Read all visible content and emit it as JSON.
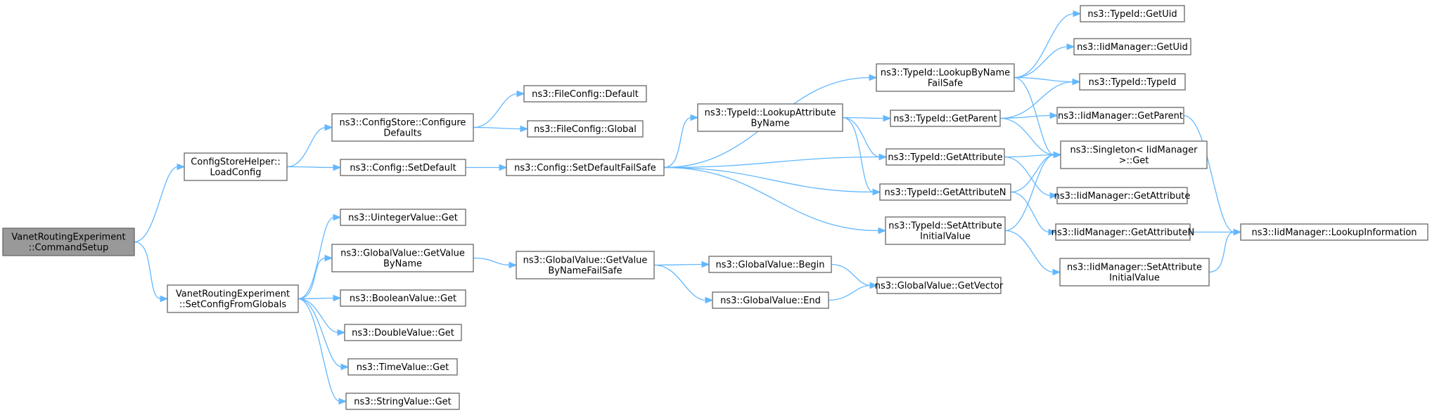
{
  "graph": {
    "edge_color": "#63b8ff",
    "node_border": "#666666",
    "root_fill": "#999999",
    "nodes": [
      {
        "id": "root",
        "lines": [
          "VanetRoutingExperiment",
          "::CommandSetup"
        ]
      },
      {
        "id": "csh_load",
        "lines": [
          "ConfigStoreHelper::",
          "LoadConfig"
        ]
      },
      {
        "id": "vre_scfg",
        "lines": [
          "VanetRoutingExperiment",
          "::SetConfigFromGlobals"
        ]
      },
      {
        "id": "cs_cfg",
        "lines": [
          "ns3::ConfigStore::Configure",
          "Defaults"
        ]
      },
      {
        "id": "cfg_setdef",
        "lines": [
          "ns3::Config::SetDefault"
        ]
      },
      {
        "id": "uint_get",
        "lines": [
          "ns3::UintegerValue::Get"
        ]
      },
      {
        "id": "gv_getvbn",
        "lines": [
          "ns3::GlobalValue::GetValue",
          "ByName"
        ]
      },
      {
        "id": "bool_get",
        "lines": [
          "ns3::BooleanValue::Get"
        ]
      },
      {
        "id": "dbl_get",
        "lines": [
          "ns3::DoubleValue::Get"
        ]
      },
      {
        "id": "time_get",
        "lines": [
          "ns3::TimeValue::Get"
        ]
      },
      {
        "id": "str_get",
        "lines": [
          "ns3::StringValue::Get"
        ]
      },
      {
        "id": "fc_def",
        "lines": [
          "ns3::FileConfig::Default"
        ]
      },
      {
        "id": "fc_glob",
        "lines": [
          "ns3::FileConfig::Global"
        ]
      },
      {
        "id": "cfg_sdfs",
        "lines": [
          "ns3::Config::SetDefaultFailSafe"
        ]
      },
      {
        "id": "gv_getvbnfs",
        "lines": [
          "ns3::GlobalValue::GetValue",
          "ByNameFailSafe"
        ]
      },
      {
        "id": "tid_lkab",
        "lines": [
          "ns3::TypeId::LookupAttribute",
          "ByName"
        ]
      },
      {
        "id": "tid_lbnfs",
        "lines": [
          "ns3::TypeId::LookupByName",
          "FailSafe"
        ]
      },
      {
        "id": "tid_getattr",
        "lines": [
          "ns3::TypeId::GetAttribute"
        ]
      },
      {
        "id": "tid_getattrn",
        "lines": [
          "ns3::TypeId::GetAttributeN"
        ]
      },
      {
        "id": "tid_setaiv",
        "lines": [
          "ns3::TypeId::SetAttribute",
          "InitialValue"
        ]
      },
      {
        "id": "tid_getparent",
        "lines": [
          "ns3::TypeId::GetParent"
        ]
      },
      {
        "id": "gv_begin",
        "lines": [
          "ns3::GlobalValue::Begin"
        ]
      },
      {
        "id": "gv_end",
        "lines": [
          "ns3::GlobalValue::End"
        ]
      },
      {
        "id": "tid_getuid",
        "lines": [
          "ns3::TypeId::GetUid"
        ]
      },
      {
        "id": "iid_getuid",
        "lines": [
          "ns3::IidManager::GetUid"
        ]
      },
      {
        "id": "tid_typeid",
        "lines": [
          "ns3::TypeId::TypeId"
        ]
      },
      {
        "id": "iid_getparent",
        "lines": [
          "ns3::IidManager::GetParent"
        ]
      },
      {
        "id": "singleton_get",
        "lines": [
          "ns3::Singleton< IidManager",
          " >::Get"
        ]
      },
      {
        "id": "iid_getattr",
        "lines": [
          "ns3::IidManager::GetAttribute"
        ]
      },
      {
        "id": "iid_getattrn",
        "lines": [
          "ns3::IidManager::GetAttributeN"
        ]
      },
      {
        "id": "iid_setaiv",
        "lines": [
          "ns3::IidManager::SetAttribute",
          "InitialValue"
        ]
      },
      {
        "id": "gv_getvec",
        "lines": [
          "ns3::GlobalValue::GetVector"
        ]
      },
      {
        "id": "iid_lookup",
        "lines": [
          "ns3::IidManager::LookupInformation"
        ]
      }
    ],
    "edges": [
      [
        "root",
        "csh_load"
      ],
      [
        "root",
        "vre_scfg"
      ],
      [
        "csh_load",
        "cs_cfg"
      ],
      [
        "csh_load",
        "cfg_setdef"
      ],
      [
        "cs_cfg",
        "fc_def"
      ],
      [
        "cs_cfg",
        "fc_glob"
      ],
      [
        "cfg_setdef",
        "cfg_sdfs"
      ],
      [
        "vre_scfg",
        "uint_get"
      ],
      [
        "vre_scfg",
        "gv_getvbn"
      ],
      [
        "vre_scfg",
        "bool_get"
      ],
      [
        "vre_scfg",
        "dbl_get"
      ],
      [
        "vre_scfg",
        "time_get"
      ],
      [
        "vre_scfg",
        "str_get"
      ],
      [
        "gv_getvbn",
        "gv_getvbnfs"
      ],
      [
        "gv_getvbnfs",
        "gv_begin"
      ],
      [
        "gv_getvbnfs",
        "gv_end"
      ],
      [
        "gv_begin",
        "gv_getvec"
      ],
      [
        "gv_end",
        "gv_getvec"
      ],
      [
        "cfg_sdfs",
        "tid_lbnfs"
      ],
      [
        "cfg_sdfs",
        "tid_lkab"
      ],
      [
        "cfg_sdfs",
        "tid_getattr"
      ],
      [
        "cfg_sdfs",
        "tid_getattrn"
      ],
      [
        "cfg_sdfs",
        "tid_setaiv"
      ],
      [
        "tid_lbnfs",
        "tid_getuid"
      ],
      [
        "tid_lbnfs",
        "iid_getuid"
      ],
      [
        "tid_lbnfs",
        "tid_typeid"
      ],
      [
        "tid_lbnfs",
        "singleton_get"
      ],
      [
        "tid_lkab",
        "tid_getparent"
      ],
      [
        "tid_lkab",
        "tid_getattr"
      ],
      [
        "tid_lkab",
        "tid_getattrn"
      ],
      [
        "tid_getparent",
        "tid_typeid"
      ],
      [
        "tid_getparent",
        "iid_getparent"
      ],
      [
        "tid_getparent",
        "singleton_get"
      ],
      [
        "tid_getattr",
        "singleton_get"
      ],
      [
        "tid_getattr",
        "iid_getattr"
      ],
      [
        "tid_getattrn",
        "singleton_get"
      ],
      [
        "tid_getattrn",
        "iid_getattrn"
      ],
      [
        "tid_setaiv",
        "singleton_get"
      ],
      [
        "tid_setaiv",
        "iid_setaiv"
      ],
      [
        "iid_getparent",
        "iid_lookup"
      ],
      [
        "iid_getattrn",
        "iid_lookup"
      ],
      [
        "iid_setaiv",
        "iid_lookup"
      ]
    ]
  }
}
